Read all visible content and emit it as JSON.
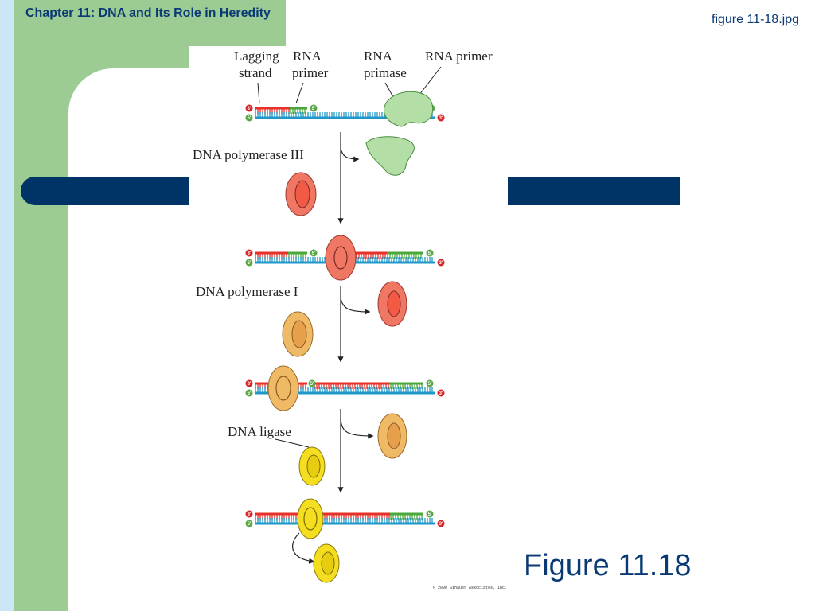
{
  "slide": {
    "chapter_title": "Chapter 11: DNA and Its Role in Heredity",
    "file_label": "figure 11-18.jpg",
    "figure_caption": "Figure 11.18",
    "copyright": "© 2000 Sinauer Associates, Inc."
  },
  "diagram": {
    "labels": {
      "lagging_line1": "Lagging",
      "lagging_line2": "strand",
      "rna_primer_line1": "RNA",
      "rna_primer_line2": "primer",
      "primase_line1": "RNA",
      "primase_line2": "primase",
      "rna_primer_right": "RNA primer",
      "pol3": "DNA polymerase III",
      "pol1": "DNA polymerase I",
      "ligase": "DNA ligase"
    },
    "end_labels": {
      "three_prime": "3'",
      "five_prime": "5'"
    },
    "colors": {
      "lagging_red": "#e8302a",
      "primer_green": "#4aa83a",
      "template_blue": "#1f97c9",
      "end_red": "#d7262a",
      "end_green": "#5aa845",
      "primase_green": "#b3dfa7",
      "pol3_red": "#ef7763",
      "pol1_orange": "#f0b966",
      "ligase_yellow": "#f5dd1f"
    }
  }
}
